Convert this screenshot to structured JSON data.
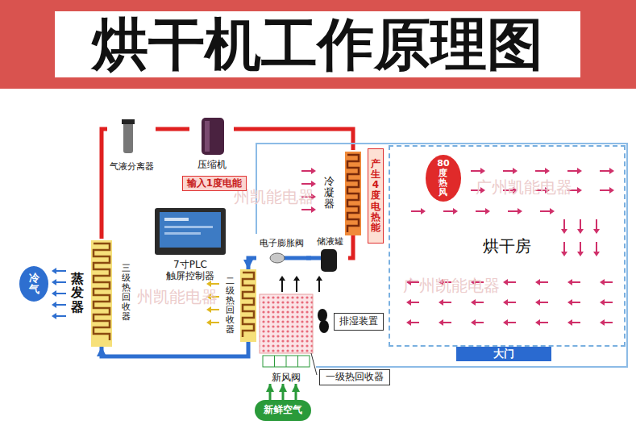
{
  "diagram": {
    "title": "烘干机工作原理图",
    "nodes": [
      {
        "text": [
          "气液分离器"
        ]
      },
      {
        "text": [
          "压缩机"
        ]
      },
      {
        "text": [
          "输入1度电能"
        ]
      },
      {
        "text": [
          "7寸PLC 触屏控制器"
        ]
      },
      {
        "text": [
          "蒸发器",
          "三级热回收器"
        ]
      },
      {
        "text": [
          "冷气"
        ]
      },
      {
        "text": [
          "二级热回收器"
        ]
      },
      {
        "text": [
          "冷凝器"
        ]
      },
      {
        "text": [
          "产生4度电热能"
        ]
      },
      {
        "text": [
          "储液罐"
        ]
      },
      {
        "text": [
          "电子膨胀阀"
        ]
      },
      {
        "text": [
          "烘干房"
        ]
      },
      {
        "text": [
          "80度热风"
        ],
        "in": 11
      },
      {
        "text": [
          "大门"
        ]
      },
      {
        "text": [
          "排湿装置"
        ]
      },
      {
        "text": [
          "一级热回收器"
        ]
      },
      {
        "text": [
          "新风阀"
        ]
      },
      {
        "text": [
          "新鲜空气"
        ]
      }
    ],
    "edges": [
      {
        "from": 4,
        "to": 0,
        "arrow": "none"
      },
      {
        "from": 0,
        "to": 1,
        "arrow": "none"
      },
      {
        "from": 1,
        "to": 7,
        "arrow": "none"
      },
      {
        "from": 7,
        "to": 9,
        "arrow": "none"
      },
      {
        "from": 9,
        "to": 10,
        "arrow": "none"
      },
      {
        "from": 10,
        "to": 6,
        "arrow": "to"
      },
      {
        "from": 6,
        "to": 4,
        "arrow": "to"
      },
      {
        "from": 17,
        "to": 16,
        "arrow": "to"
      },
      {
        "from": 17,
        "to": 16,
        "arrow": "to"
      },
      {
        "from": 17,
        "to": 16,
        "arrow": "to"
      }
    ],
    "labels": [
      "州凯能电器",
      "广州凯能电器",
      "州凯能电器",
      "广州凯能电器"
    ]
  }
}
